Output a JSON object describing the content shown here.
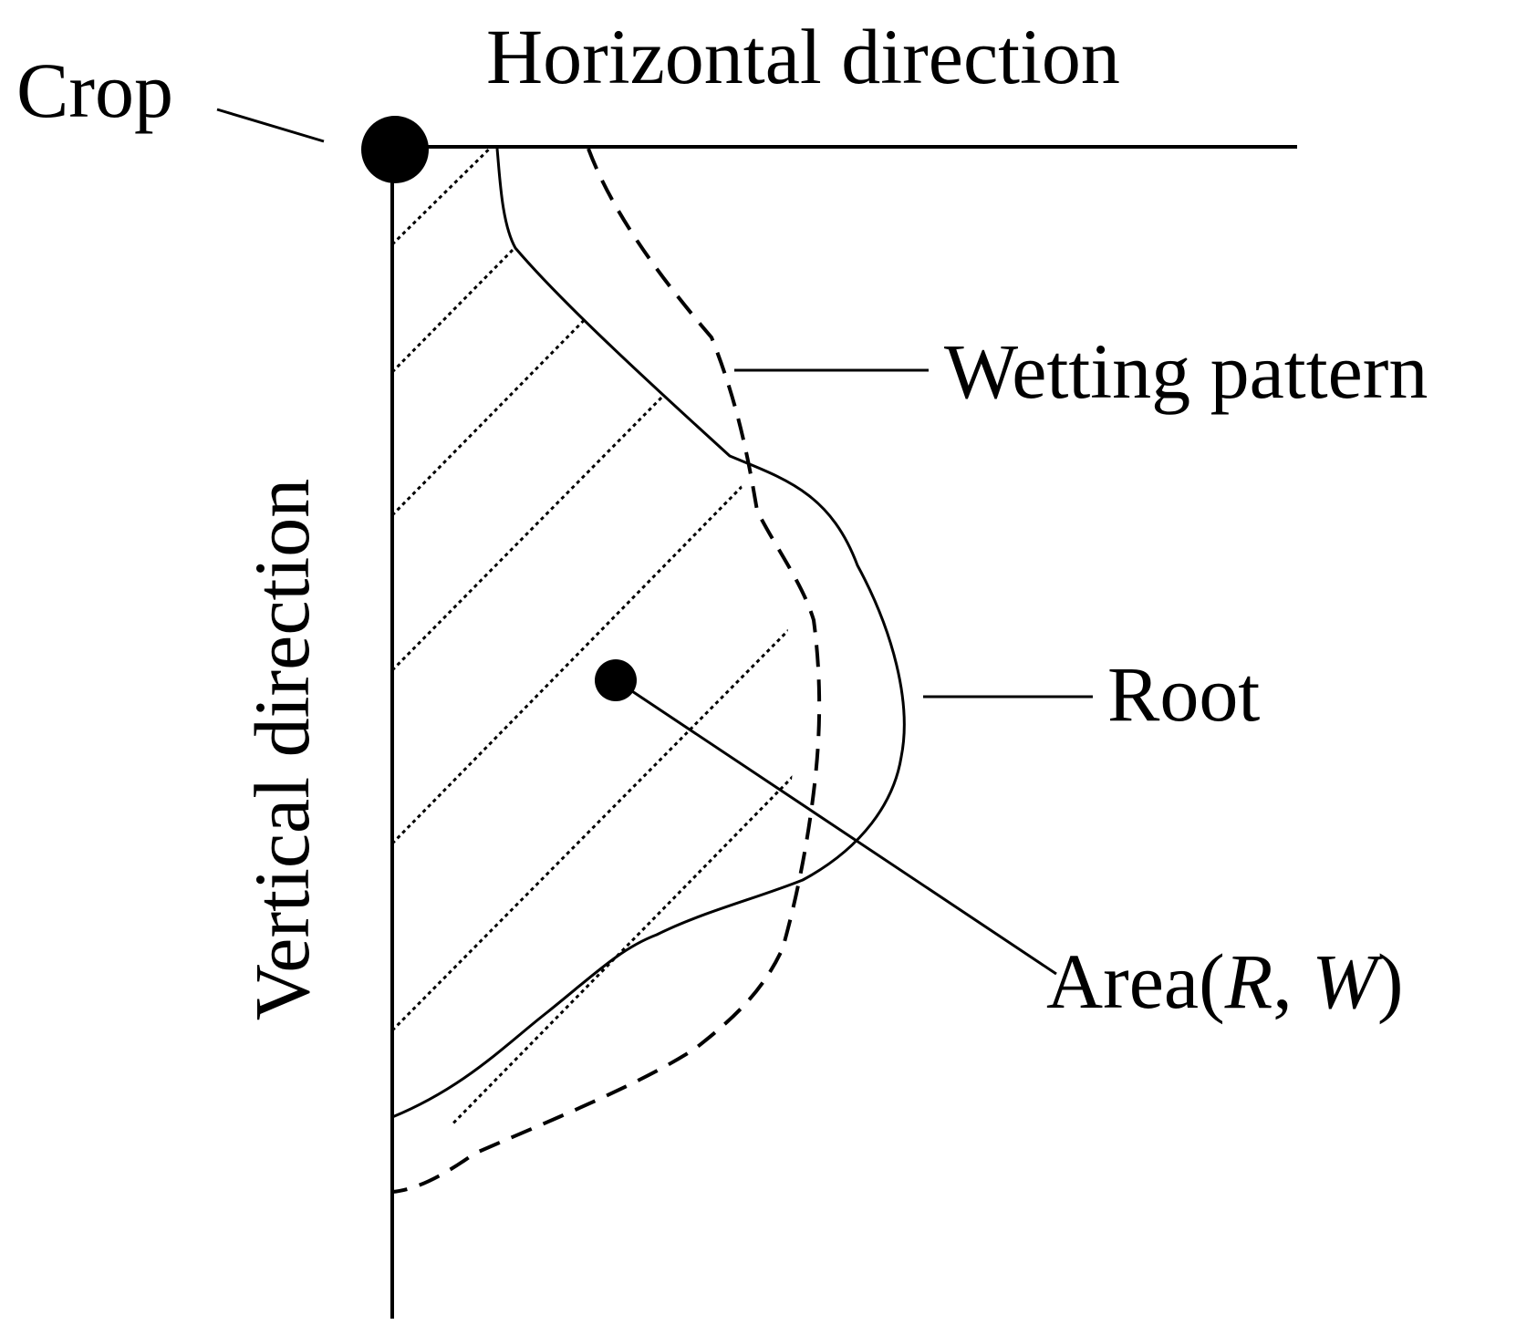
{
  "labels": {
    "crop": "Crop",
    "horizontal": "Horizontal direction",
    "vertical": "Vertical direction",
    "wetting": "Wetting pattern",
    "root": "Root",
    "area_prefix": "Area(",
    "area_r": "R",
    "area_sep": ", ",
    "area_w": "W",
    "area_suffix": ")"
  },
  "colors": {
    "ink": "#000000",
    "background": "#ffffff"
  }
}
